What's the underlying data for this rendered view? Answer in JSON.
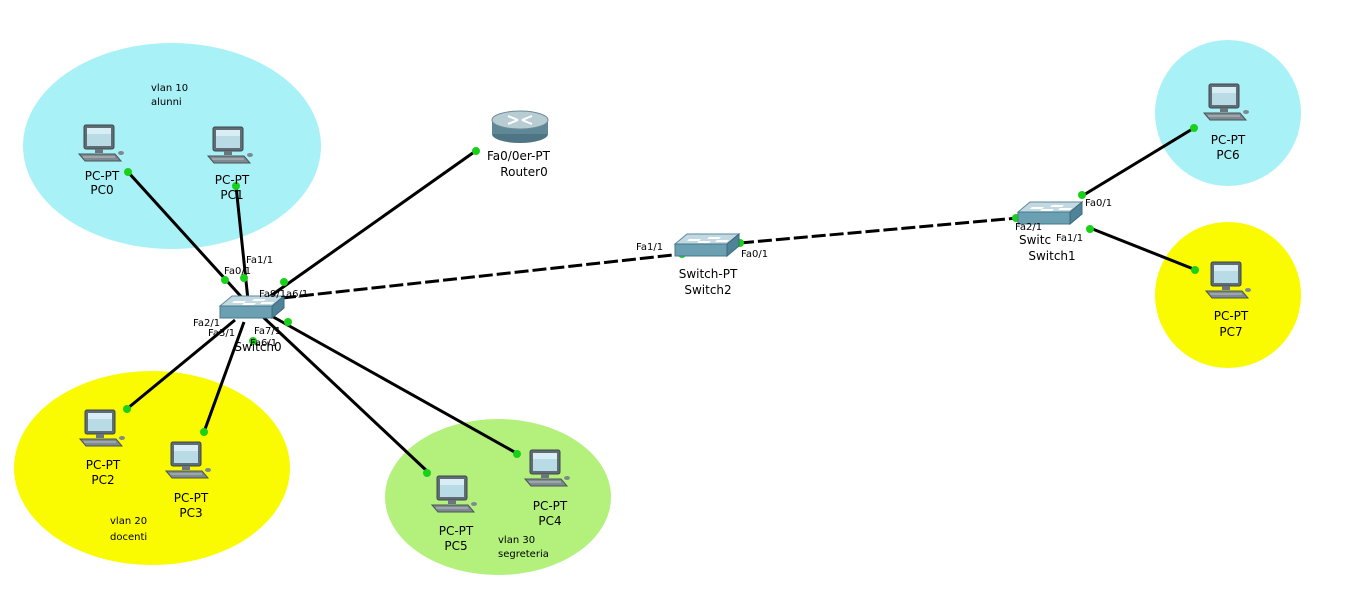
{
  "colors": {
    "vlan_alunni": "#a8f1f7",
    "vlan_docenti": "#fafa00",
    "vlan_segreteria": "#b3f17c",
    "link": "#000000",
    "port_ok": "#19d119"
  },
  "areas": {
    "alunni": {
      "line1": "vlan 10",
      "line2": "alunni"
    },
    "docenti": {
      "line1": "vlan 20",
      "line2": "docenti"
    },
    "segreteria": {
      "line1": "vlan 30",
      "line2": "segreteria"
    }
  },
  "devices": {
    "pc0": {
      "type": "PC-PT",
      "name": "PC0"
    },
    "pc1": {
      "type": "PC-PT",
      "name": "PC1"
    },
    "pc2": {
      "type": "PC-PT",
      "name": "PC2"
    },
    "pc3": {
      "type": "PC-PT",
      "name": "PC3"
    },
    "pc4": {
      "type": "PC-PT",
      "name": "PC4"
    },
    "pc5": {
      "type": "PC-PT",
      "name": "PC5"
    },
    "pc6": {
      "type": "PC-PT",
      "name": "PC6"
    },
    "pc7": {
      "type": "PC-PT",
      "name": "PC7"
    },
    "router0": {
      "type": "Fa0/0er-PT",
      "name": "Router0"
    },
    "switch0": {
      "type": "",
      "name": "Switch0"
    },
    "switch1": {
      "type": "Switc",
      "name": "Switch1"
    },
    "switch2": {
      "type": "Switch-PT",
      "name": "Switch2"
    }
  },
  "ports": {
    "sw0_fa01": "Fa0/1",
    "sw0_fa11": "Fa1/1",
    "sw0_fa91": "Fa9/1a6/1",
    "sw0_fa21": "Fa2/1",
    "sw0_fa31": "Fa3/1",
    "sw0_fa71": "Fa7/1",
    "sw0_fa41": "Fa6/1",
    "sw2_fa11": "Fa1/1",
    "sw2_fa01": "Fa0/1",
    "sw1_fa21": "Fa2/1",
    "sw1_fa11": "Fa1/1",
    "sw1_fa01": "Fa0/1"
  }
}
